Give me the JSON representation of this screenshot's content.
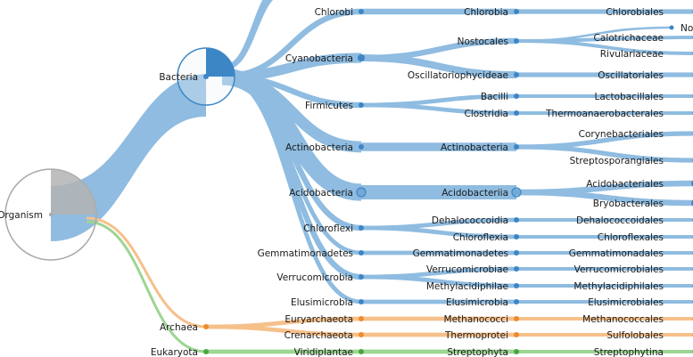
{
  "colors": {
    "bacteria": "#3d86c6",
    "bacteria_link": "#8fbce0",
    "archaea": "#ef8a2a",
    "archaea_link": "#f6c08b",
    "eukaryota": "#47a83d",
    "eukaryota_link": "#9dd593",
    "root_ring": "#a8a8a8",
    "root_wedge": "#b3b3b3"
  },
  "root": {
    "label": "Organism"
  },
  "domains": [
    {
      "id": "bacteria",
      "label": "Bacteria"
    },
    {
      "id": "archaea",
      "label": "Archaea"
    },
    {
      "id": "eukaryota",
      "label": "Eukaryota"
    }
  ],
  "phyla": [
    {
      "id": "chlorobi",
      "label": "Chlorobi",
      "domain": "bacteria"
    },
    {
      "id": "cyanobacteria",
      "label": "Cyanobacteria",
      "domain": "bacteria"
    },
    {
      "id": "firmicutes",
      "label": "Firmicutes",
      "domain": "bacteria"
    },
    {
      "id": "actinobacteria",
      "label": "Actinobacteria",
      "domain": "bacteria"
    },
    {
      "id": "acidobacteria",
      "label": "Acidobacteria",
      "domain": "bacteria"
    },
    {
      "id": "chloroflexi",
      "label": "Chloroflexi",
      "domain": "bacteria"
    },
    {
      "id": "gemmatimonadetes",
      "label": "Gemmatimonadetes",
      "domain": "bacteria"
    },
    {
      "id": "verrucomicrobia",
      "label": "Verrucomicrobia",
      "domain": "bacteria"
    },
    {
      "id": "elusimicrobia",
      "label": "Elusimicrobia",
      "domain": "bacteria"
    },
    {
      "id": "euryarchaeota",
      "label": "Euryarchaeota",
      "domain": "archaea"
    },
    {
      "id": "crenarchaeota",
      "label": "Crenarchaeota",
      "domain": "archaea"
    },
    {
      "id": "viridiplantae",
      "label": "Viridiplantae",
      "domain": "eukaryota"
    }
  ],
  "classes": [
    {
      "id": "chlorobia",
      "label": "Chlorobia",
      "phylum": "chlorobi"
    },
    {
      "id": "nostocales",
      "label": "Nostocales",
      "phylum": "cyanobacteria"
    },
    {
      "id": "oscillatoriophycideae",
      "label": "Oscillatoriophycideae",
      "phylum": "cyanobacteria"
    },
    {
      "id": "bacilli",
      "label": "Bacilli",
      "phylum": "firmicutes"
    },
    {
      "id": "clostridia",
      "label": "Clostridia",
      "phylum": "firmicutes"
    },
    {
      "id": "actinobacteria_c",
      "label": "Actinobacteria",
      "phylum": "actinobacteria"
    },
    {
      "id": "acidobacteriia",
      "label": "Acidobacteriia",
      "phylum": "acidobacteria"
    },
    {
      "id": "dehalococcoidia",
      "label": "Dehalococcoidia",
      "phylum": "chloroflexi"
    },
    {
      "id": "chloroflexia",
      "label": "Chloroflexia",
      "phylum": "chloroflexi"
    },
    {
      "id": "gemmatimonadetes_c",
      "label": "Gemmatimonadetes",
      "phylum": "gemmatimonadetes"
    },
    {
      "id": "verrucomicrobiae",
      "label": "Verrucomicrobiae",
      "phylum": "verrucomicrobia"
    },
    {
      "id": "methylacidiphilae",
      "label": "Methylacidiphilae",
      "phylum": "verrucomicrobia"
    },
    {
      "id": "elusimicrobia_c",
      "label": "Elusimicrobia",
      "phylum": "elusimicrobia"
    },
    {
      "id": "methanococci",
      "label": "Methanococci",
      "phylum": "euryarchaeota"
    },
    {
      "id": "thermoprotei",
      "label": "Thermoprotei",
      "phylum": "crenarchaeota"
    },
    {
      "id": "streptophyta",
      "label": "Streptophyta",
      "phylum": "viridiplantae"
    }
  ],
  "orders": [
    {
      "label": "Chlorobiales",
      "class": "chlorobia"
    },
    {
      "label": "No",
      "class": "nostocales"
    },
    {
      "label": "Calotrichaceae",
      "class": "nostocales"
    },
    {
      "label": "Rivulariaceae",
      "class": "nostocales"
    },
    {
      "label": "Oscillatoriales",
      "class": "oscillatoriophycideae"
    },
    {
      "label": "Lactobacillales",
      "class": "bacilli"
    },
    {
      "label": "Thermoanaerobacterales",
      "class": "clostridia"
    },
    {
      "label": "Corynebacteriales",
      "class": "actinobacteria_c"
    },
    {
      "label": "Streptosporangiales",
      "class": "actinobacteria_c"
    },
    {
      "label": "Acidobacteriales",
      "class": "acidobacteriia"
    },
    {
      "label": "Bryobacterales",
      "class": "acidobacteriia"
    },
    {
      "label": "Dehalococcoidales",
      "class": "dehalococcoidia"
    },
    {
      "label": "Chloroflexales",
      "class": "chloroflexia"
    },
    {
      "label": "Gemmatimonadales",
      "class": "gemmatimonadetes_c"
    },
    {
      "label": "Verrucomicrobiales",
      "class": "verrucomicrobiae"
    },
    {
      "label": "Methylacidiphilales",
      "class": "methylacidiphilae"
    },
    {
      "label": "Elusimicrobiales",
      "class": "elusimicrobia_c"
    },
    {
      "label": "Methanococcales",
      "class": "methanococci"
    },
    {
      "label": "Sulfolobales",
      "class": "thermoprotei"
    },
    {
      "label": "Streptophytina",
      "class": "streptophyta"
    }
  ]
}
